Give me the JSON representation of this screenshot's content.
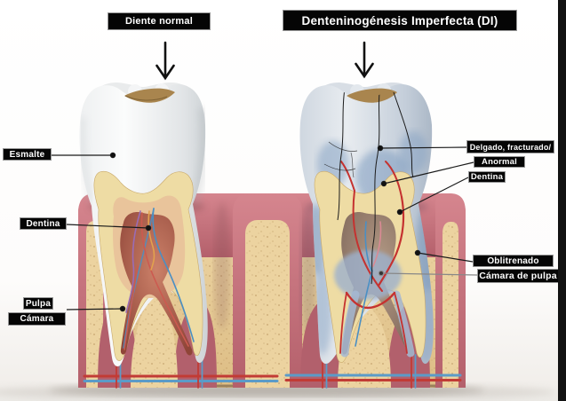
{
  "header": {
    "normal_label": "Diente normal",
    "di_label": "Denteninogénesis Imperfecta (DI)"
  },
  "labels": {
    "esmalte": "Esmalte",
    "dentina_left": "Dentina",
    "pulpa": "Pulpa",
    "camara": "Cámara",
    "delgado": "Delgado, fracturado/",
    "anormal": "Anormal",
    "dentina_right": "Dentina",
    "oblitrenado": "Oblitrenado",
    "camara_de_pulpa": "Cámara de pulpa"
  },
  "colors": {
    "label_background": "#050505",
    "label_text": "#ffffff",
    "enamel_normal": "#f3f4f5",
    "enamel_di": "#b9c5d4",
    "dentin_yellow": "#eedca4",
    "pulp_normal": "#b05e4e",
    "pulp_di": "#a08872",
    "gum_pink": "#c4717b",
    "bone_tan": "#e6c693",
    "vessel_red": "#c23b35",
    "vessel_blue": "#5b9bc8",
    "crack_black": "#1c1c1c"
  }
}
